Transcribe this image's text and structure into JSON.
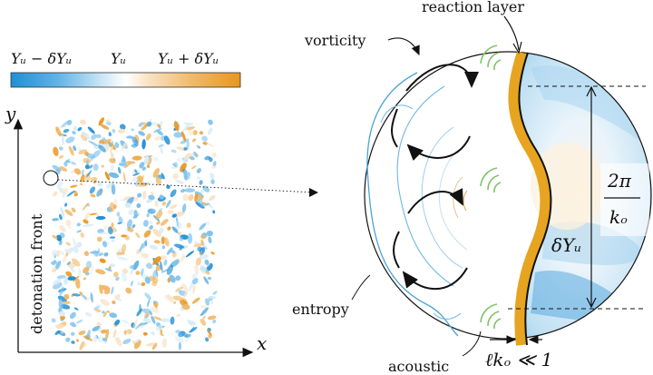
{
  "colorbar": {
    "labels": [
      "Yᵤ − δYᵤ",
      "Yᵤ",
      "Yᵤ + δYᵤ"
    ],
    "colors": [
      "#1f8fd6",
      "#7fc2ec",
      "#d7ecf8",
      "#ffffff",
      "#f8e2c4",
      "#f0b866",
      "#e8961e"
    ]
  },
  "field": {
    "y_axis": "y",
    "x_axis": "x",
    "front_label": "detonation front"
  },
  "zoom": {
    "vorticity": "vorticity",
    "reaction_layer": "reaction layer",
    "entropy": "entropy",
    "acoustic": "acoustic",
    "wavelength_num": "2π",
    "wavelength_den": "kₒ",
    "amplitude": "δYᵤ",
    "thickness": "ℓkₒ ≪ 1"
  }
}
